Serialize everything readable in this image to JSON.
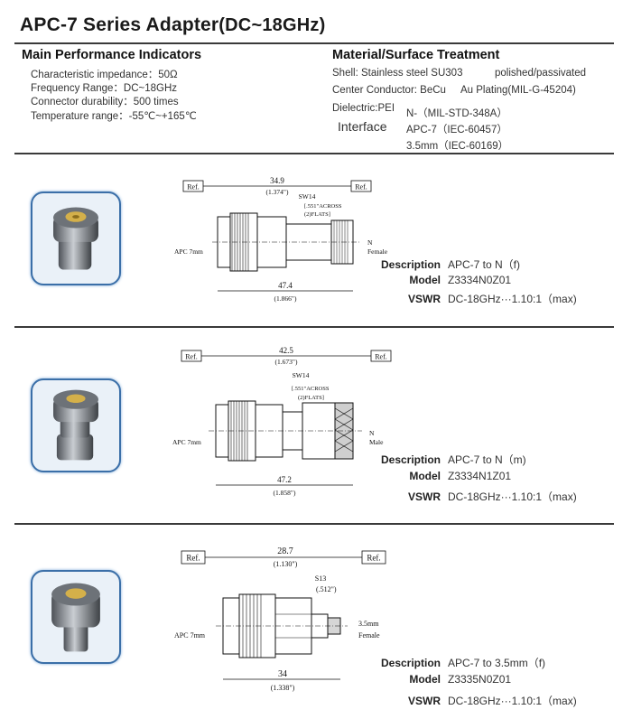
{
  "header": {
    "title_main": "APC-7 Series Adapter",
    "title_paren": "(DC~18GHz)"
  },
  "performance": {
    "heading": "Main Performance Indicators",
    "lines": [
      "Characteristic impedance：50Ω",
      "Frequency Range：DC~18GHz",
      "Connector durability：500 times",
      "Temperature range：-55℃~+165℃"
    ]
  },
  "material": {
    "heading": "Material/Surface Treatment",
    "shell": "Shell: Stainless steel SU303",
    "shell_finish": "polished/passivated",
    "center": "Center Conductor: BeCu",
    "center_plating": "Au Plating(MIL-G-45204)",
    "dielectric": "Dielectric:PEI",
    "dielectric_std": "N-（MIL-STD-348A）",
    "interface_label": "Interface",
    "interface_1": "APC-7（IEC-60457）",
    "interface_2": "3.5mm（IEC-60169）"
  },
  "products": [
    {
      "drawing": {
        "ref_left": "Ref.",
        "ref_right": "Ref.",
        "top_dim": "34.9",
        "top_dim_in": "(1.374\")",
        "wrench": "SW14",
        "flats_1": "[.551\"ACROSS",
        "flats_2": "(2)FLATS]",
        "left_port": "APC 7mm",
        "right_port_1": "N",
        "right_port_2": "Female",
        "bottom_dim": "47.4",
        "bottom_dim_in": "(1.866\")"
      },
      "description_label": "Description",
      "description": "APC-7 to N（f)",
      "model_label": "Model",
      "model": "Z3334N0Z01",
      "vswr_label": "VSWR",
      "vswr": "DC-18GHz···1.10:1（max)"
    },
    {
      "drawing": {
        "ref_left": "Ref.",
        "ref_right": "Ref.",
        "top_dim": "42.5",
        "top_dim_in": "(1.673\")",
        "wrench": "SW14",
        "flats_1": "[.551\"ACROSS",
        "flats_2": "(2)FLATS]",
        "left_port": "APC 7mm",
        "right_port_1": "N",
        "right_port_2": "Male",
        "bottom_dim": "47.2",
        "bottom_dim_in": "(1.858\")"
      },
      "description_label": "Description",
      "description": "APC-7 to N（m)",
      "model_label": "Model",
      "model": "Z3334N1Z01",
      "vswr_label": "VSWR",
      "vswr": "DC-18GHz···1.10:1（max)"
    },
    {
      "drawing": {
        "ref_left": "Ref.",
        "ref_right": "Ref.",
        "top_dim": "28.7",
        "top_dim_in": "(1.130\")",
        "wrench": "S13",
        "flats_1": "(.512\")",
        "flats_2": "",
        "left_port": "APC 7mm",
        "right_port_1": "3.5mm",
        "right_port_2": "Female",
        "bottom_dim": "34",
        "bottom_dim_in": "(1.338\")"
      },
      "description_label": "Description",
      "description": "APC-7 to 3.5mm（f)",
      "model_label": "Model",
      "model": "Z3335N0Z01",
      "vswr_label": "VSWR",
      "vswr": "DC-18GHz···1.10:1（max)"
    }
  ]
}
